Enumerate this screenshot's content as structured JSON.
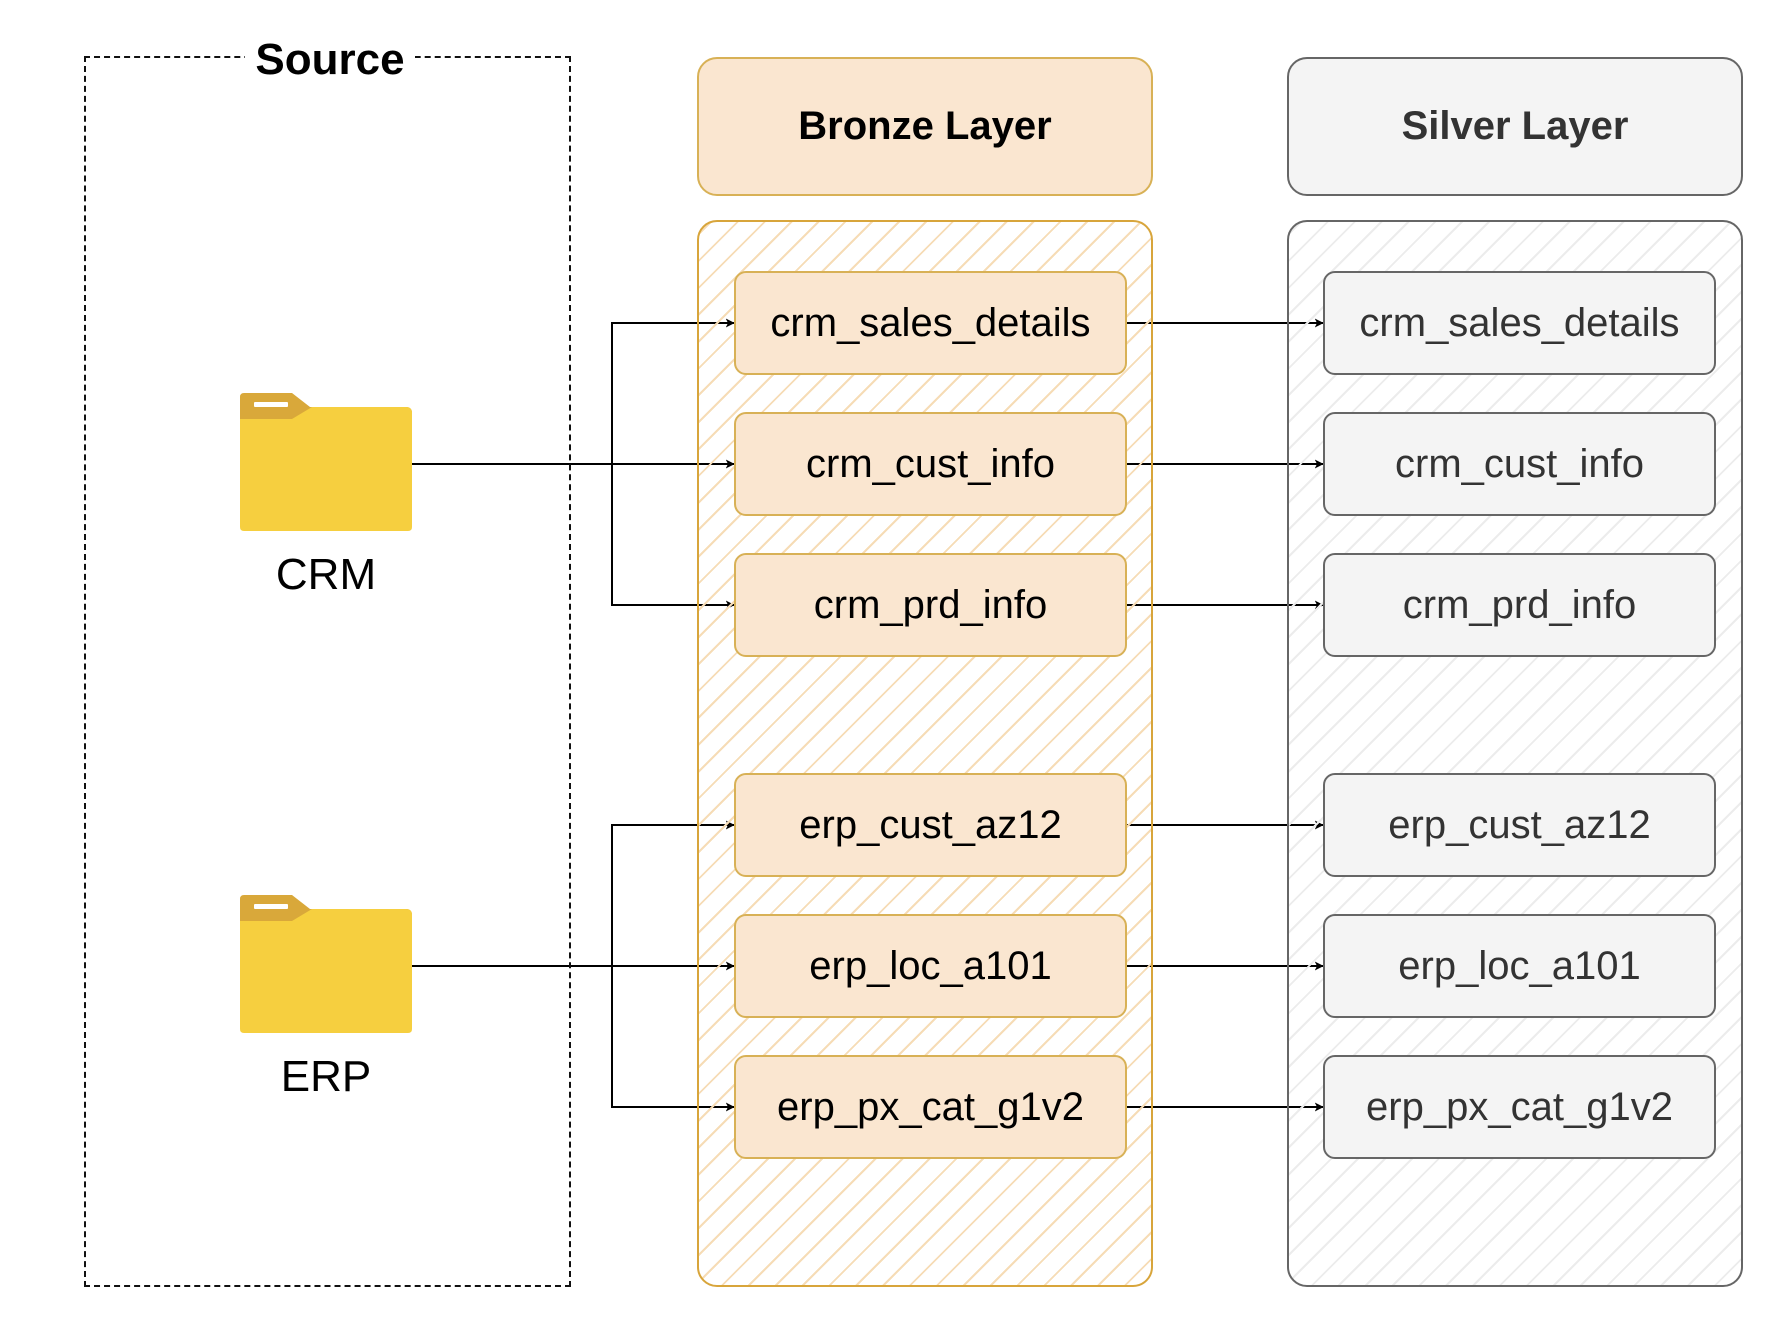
{
  "source": {
    "title": "Source",
    "systems": [
      {
        "label": "CRM",
        "icon": "folder-icon"
      },
      {
        "label": "ERP",
        "icon": "folder-icon"
      }
    ]
  },
  "bronze": {
    "title": "Bronze Layer",
    "tables": [
      "crm_sales_details",
      "crm_cust_info",
      "crm_prd_info",
      "erp_cust_az12",
      "erp_loc_a101",
      "erp_px_cat_g1v2"
    ]
  },
  "silver": {
    "title": "Silver Layer",
    "tables": [
      "crm_sales_details",
      "crm_cust_info",
      "crm_prd_info",
      "erp_cust_az12",
      "erp_loc_a101",
      "erp_px_cat_g1v2"
    ]
  },
  "colors": {
    "bronze_fill": "#fae6d0",
    "bronze_stroke": "#d8b156",
    "silver_fill": "#f4f4f4",
    "silver_stroke": "#666666",
    "folder_yellow": "#f6cf3f",
    "folder_tab": "#d9a83a"
  }
}
